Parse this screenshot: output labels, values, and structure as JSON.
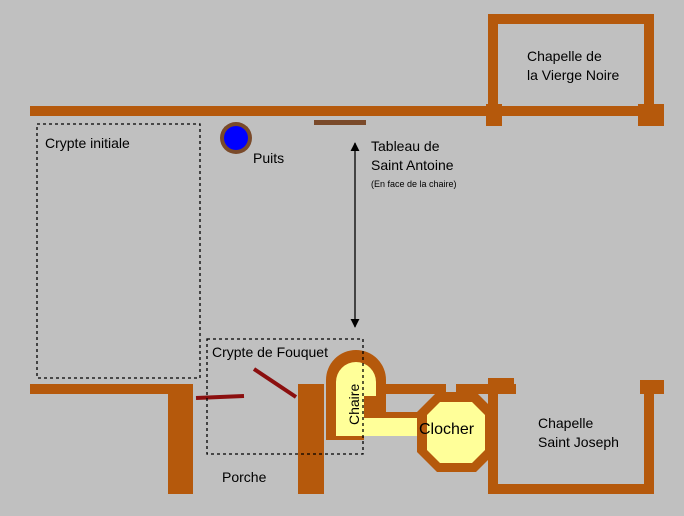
{
  "labels": {
    "chapelle_vierge_noire": [
      "Chapelle de",
      "la Vierge Noire"
    ],
    "crypte_initiale": "Crypte initiale",
    "puits": "Puits",
    "tableau": [
      "Tableau de",
      "Saint Antoine"
    ],
    "tableau_note": "(En face de la chaire)",
    "crypte_fouquet": "Crypte de Fouquet",
    "chaire": "Chaire",
    "clocher": "Clocher",
    "chapelle_saint_joseph": [
      "Chapelle",
      "Saint Joseph"
    ],
    "porche": "Porche"
  },
  "colors": {
    "background": "#c0c0c0",
    "wall": "#b5590c",
    "wall_dark": "#7a4a2a",
    "door": "#8b0f0f",
    "well_fill": "#0000ff",
    "highlight": "#ffff99",
    "line": "#000000"
  }
}
